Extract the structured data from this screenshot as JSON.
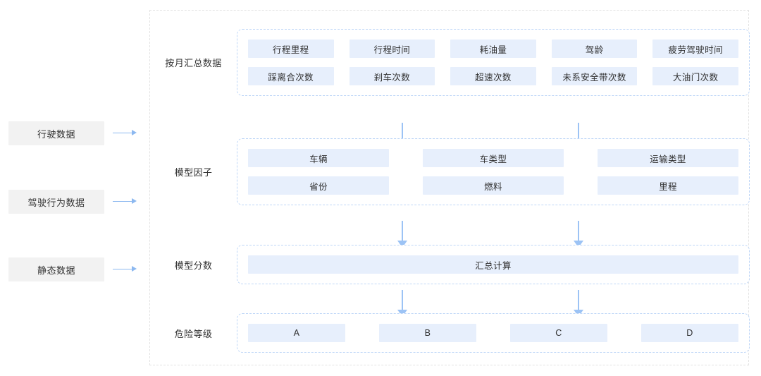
{
  "diagram": {
    "title": "driving-risk-model-flow",
    "colors": {
      "cell_bg": "#e7effc",
      "chip_bg": "#f2f2f2",
      "arrow": "#9cc3f5",
      "stage_border": "#bed6f7",
      "frame_border": "#e2e2e2"
    }
  },
  "sources": [
    {
      "label": "行驶数据",
      "arrow": "right-arrow-icon"
    },
    {
      "label": "驾驶行为数据",
      "arrow": "right-arrow-icon"
    },
    {
      "label": "静态数据",
      "arrow": "right-arrow-icon"
    }
  ],
  "stages": [
    {
      "label": "按月汇总数据",
      "rows": [
        [
          "行程里程",
          "行程时间",
          "耗油量",
          "驾龄",
          "疲劳驾驶时间"
        ],
        [
          "踩离合次数",
          "刹车次数",
          "超速次数",
          "未系安全带次数",
          "大油门次数"
        ]
      ]
    },
    {
      "label": "模型因子",
      "rows": [
        [
          "车辆",
          "车类型",
          "运输类型"
        ],
        [
          "省份",
          "燃料",
          "里程"
        ]
      ]
    },
    {
      "label": "模型分数",
      "rows": [
        [
          "汇总计算"
        ]
      ]
    },
    {
      "label": "危险等级",
      "rows": [
        [
          "A",
          "B",
          "C",
          "D"
        ]
      ]
    }
  ],
  "connectors": [
    {
      "name": "arrow-monthly-to-factor-left",
      "icon": "down-arrow-icon"
    },
    {
      "name": "arrow-monthly-to-factor-right",
      "icon": "down-arrow-icon"
    },
    {
      "name": "arrow-factor-to-score-left",
      "icon": "down-arrow-icon"
    },
    {
      "name": "arrow-factor-to-score-right",
      "icon": "down-arrow-icon"
    },
    {
      "name": "arrow-score-to-risk-left",
      "icon": "down-arrow-icon"
    },
    {
      "name": "arrow-score-to-risk-right",
      "icon": "down-arrow-icon"
    }
  ]
}
